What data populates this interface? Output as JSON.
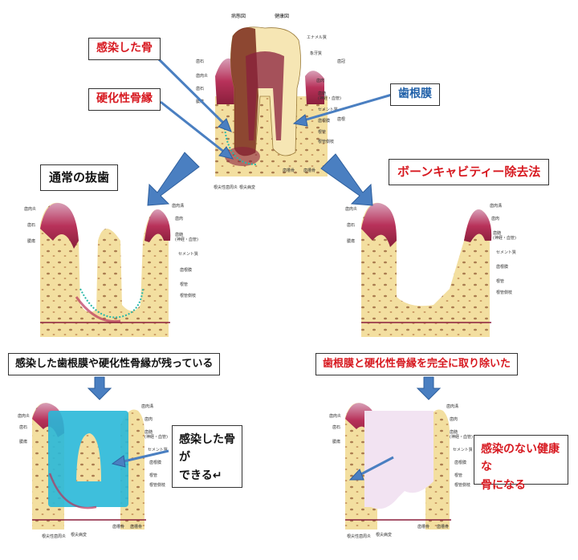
{
  "callouts": {
    "infected_bone": "感染した骨",
    "sclerotic_bone_margin": "硬化性骨縁",
    "periodontal_ligament": "歯根膜",
    "normal_extraction": "通常の抜歯",
    "bone_cavity_removal": "ボーンキャビティー除去法",
    "remaining_note": "感染した歯根膜や硬化性骨縁が残っている",
    "removed_note": "歯根膜と硬化性骨縁を完全に取り除いた",
    "infected_bone_forms_line1": "感染した骨が",
    "infected_bone_forms_line2": "できる↵",
    "healthy_bone_line1": "感染のない健康な",
    "healthy_bone_line2": "骨になる"
  },
  "top_diagram": {
    "header_left": "病態図",
    "header_right": "健康図",
    "labels_left": [
      "歯石",
      "歯肉炎",
      "歯石",
      "膿瘍"
    ],
    "labels_right": [
      "エナメル質",
      "象牙質",
      "歯肉",
      "歯髄",
      "(神経・血管)",
      "セメント質",
      "歯根膜",
      "根管",
      "根管側枝"
    ],
    "labels_bottom": [
      "根尖性歯周炎",
      "根尖病変",
      "歯槽骨",
      "歯槽骨"
    ],
    "side_labels": [
      "歯冠",
      "歯根"
    ]
  },
  "mid_diagram": {
    "labels_left": [
      "歯肉炎",
      "歯石",
      "膿瘍"
    ],
    "labels_right": [
      "歯肉溝",
      "歯肉",
      "歯髄",
      "(神経・血管)",
      "セメント質",
      "歯根膜",
      "根管",
      "根管側枝"
    ]
  },
  "bottom_diagram": {
    "labels_left": [
      "歯肉炎",
      "歯石",
      "膿瘍"
    ],
    "labels_right": [
      "歯肉溝",
      "歯肉",
      "歯髄",
      "(神経・血管)",
      "セメント質",
      "歯根膜",
      "根管",
      "根管側枝"
    ],
    "labels_bottom": [
      "根尖性歯周炎",
      "根尖病変",
      "歯槽骨",
      "歯槽骨"
    ]
  },
  "colors": {
    "bone": "#f3dfa0",
    "gum": "#b8325a",
    "cavity_blue": "#29b8d8",
    "cavity_pink": "#f2e3f2",
    "arrow": "#4a7fc1",
    "red_text": "#d71920",
    "blue_text": "#1e5fa8"
  }
}
